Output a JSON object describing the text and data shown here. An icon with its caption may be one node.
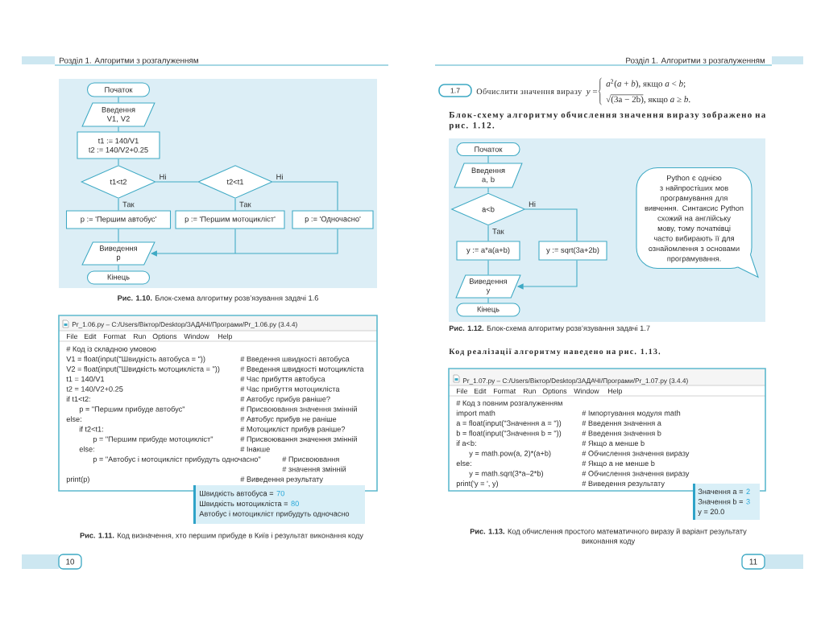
{
  "diagram": {
    "nodes": [
      {
        "text": [
          "Початок"
        ]
      },
      {
        "text": [
          "Введення V1, V2"
        ]
      },
      {
        "text": [
          "t1 := 140/V1",
          "t2 := 140/V2+0.25"
        ]
      },
      {
        "text": [
          "t1<t2"
        ]
      },
      {
        "text": [
          "t2<t1"
        ]
      },
      {
        "text": [
          "p := 'Першим автобус'"
        ]
      },
      {
        "text": [
          "p := 'Першим мотоцикліст'"
        ]
      },
      {
        "text": [
          "p := 'Одночасно'"
        ]
      },
      {
        "text": [
          "Виведення p"
        ]
      },
      {
        "text": [
          "Кінець"
        ]
      },
      {
        "text": [
          "Початок"
        ]
      },
      {
        "text": [
          "Введення a, b"
        ]
      },
      {
        "text": [
          "a<b"
        ]
      },
      {
        "text": [
          "y := a*a(a+b)"
        ]
      },
      {
        "text": [
          "y := sqrt(3a+2b)"
        ]
      },
      {
        "text": [
          "Виведення y"
        ]
      },
      {
        "text": [
          "Кінець"
        ]
      },
      {
        "text": [
          "Python є однією з найпростіших мов програмування для вивчення. Синтаксис Python схожий на англійську мову, тому початківці часто вибирають її для ознайомлення з основами програмування."
        ]
      }
    ],
    "edges": [
      {
        "from": 0,
        "to": 1,
        "arrow": "none"
      },
      {
        "from": 1,
        "to": 2,
        "arrow": "none"
      },
      {
        "from": 2,
        "to": 3,
        "arrow": "none"
      },
      {
        "from": 3,
        "to": 5,
        "arrow": "none",
        "label": "Так"
      },
      {
        "from": 3,
        "to": 4,
        "arrow": "none",
        "label": "Ні"
      },
      {
        "from": 4,
        "to": 6,
        "arrow": "none",
        "label": "Так"
      },
      {
        "from": 4,
        "to": 7,
        "arrow": "none",
        "label": "Ні"
      },
      {
        "from": 5,
        "to": 8,
        "arrow": "none"
      },
      {
        "from": 6,
        "to": 8,
        "arrow": "to"
      },
      {
        "from": 7,
        "to": 8,
        "arrow": "to"
      },
      {
        "from": 8,
        "to": 9,
        "arrow": "none"
      },
      {
        "from": 10,
        "to": 11,
        "arrow": "none"
      },
      {
        "from": 11,
        "to": 12,
        "arrow": "none"
      },
      {
        "from": 12,
        "to": 13,
        "arrow": "none",
        "label": "Так"
      },
      {
        "from": 12,
        "to": 14,
        "arrow": "none",
        "label": "Ні"
      },
      {
        "from": 13,
        "to": 15,
        "arrow": "none"
      },
      {
        "from": 14,
        "to": 15,
        "arrow": "to"
      },
      {
        "from": 15,
        "to": 16,
        "arrow": "none"
      }
    ],
    "labels": [
      "Розділ 1. Алгоритми з розгалуженням",
      "**Рис. 1.10.** Блок-схема алгоритму розв’язування задачі 1.6",
      "Pr_1.06.py – C:/Users/Віктор/Desktop/ЗАДАЧІ/Програми/Pr_1.06.py (3.4.4)",
      "File",
      "Edit",
      "Format",
      "Run",
      "Options",
      "Window",
      "Help",
      "# Код із складною умовою",
      "V1 = float(input(\"Швидкість автобуса = \"))",
      "# Введення швидкості автобуса",
      "V2 = float(input(\"Швидкість мотоцикліста = \"))",
      "# Введення швидкості мотоцикліста",
      "t1 = 140/V1",
      "# Час прибуття автобуса",
      "t2 = 140/V2+0.25",
      "# Час прибуття мотоцикліста",
      "if t1<t2:",
      "# Автобус прибув раніше?",
      "p = \"Першим прибуде автобус\"",
      "# Присвоювання значення змінній",
      "else:",
      "# Автобус прибув не раніше",
      "if t2<t1:",
      "# Мотоцикліст прибув раніше?",
      "p = \"Першим прибуде мотоцикліст\"",
      "# Присвоювання значення змінній",
      "else:",
      "# Інакше",
      "p = \"Автобус і мотоцикліст прибудуть одночасно\"",
      "# Присвоювання",
      "# значення змінній",
      "print(p)",
      "# Виведення результату",
      "Швидкість автобуса =",
      "70",
      "Швидкість мотоцикліста =",
      "80",
      "Автобус і мотоцикліст прибудуть одночасно",
      "**Рис. 1.11.** Код визначення, хто першим прибуде в Київ і результат виконання коду",
      "10",
      "Розділ 1. Алгоритми з розгалуженням",
      "1.7",
      "Обчислити значення виразу",
      "*y* =",
      "*a*$^{2}$(*a* + *b*), якщо *a* < *b*;",
      "√(3a − 2b), якщо *a* ≥ *b*.",
      "Блок-схему алгоритму обчислення значення виразу зображено на рис. 1.12.",
      "**Рис. 1.12.** Блок-схема алгоритму розв’язування задачі 1.7",
      "Код реалізації алгоритму наведено на рис. 1.13.",
      "Pr_1.07.py – C:/Users/Віктор/Desktop/ЗАДАЧІ/Програми/Pr_1.07.py (3.4.4)",
      "File",
      "Edit",
      "Format",
      "Run",
      "Options",
      "Window",
      "Help",
      "# Код з повним розгалуженням",
      "import math",
      "# Імпортування модуля math",
      "a = float(input(\"Значення a = \"))",
      "# Введення значення a",
      "b = float(input(\"Значення b = \"))",
      "# Введення значення b",
      "if a<b:",
      "# Якщо a менше b",
      "y = math.pow(a, 2)*(a+b)",
      "# Обчислення значення виразу",
      "else:",
      "# Якщо a не менше b",
      "y = math.sqrt(3*a–2*b)",
      "# Обчислення значення виразу",
      "print('y = ', y)",
      "# Виведення результату",
      "Значення a =",
      "2",
      "Значення b =",
      "3",
      "y = 20.0",
      "**Рис. 1.13.** Код обчислення простого математичного виразу й варіант результату виконання коду",
      "11"
    ]
  }
}
